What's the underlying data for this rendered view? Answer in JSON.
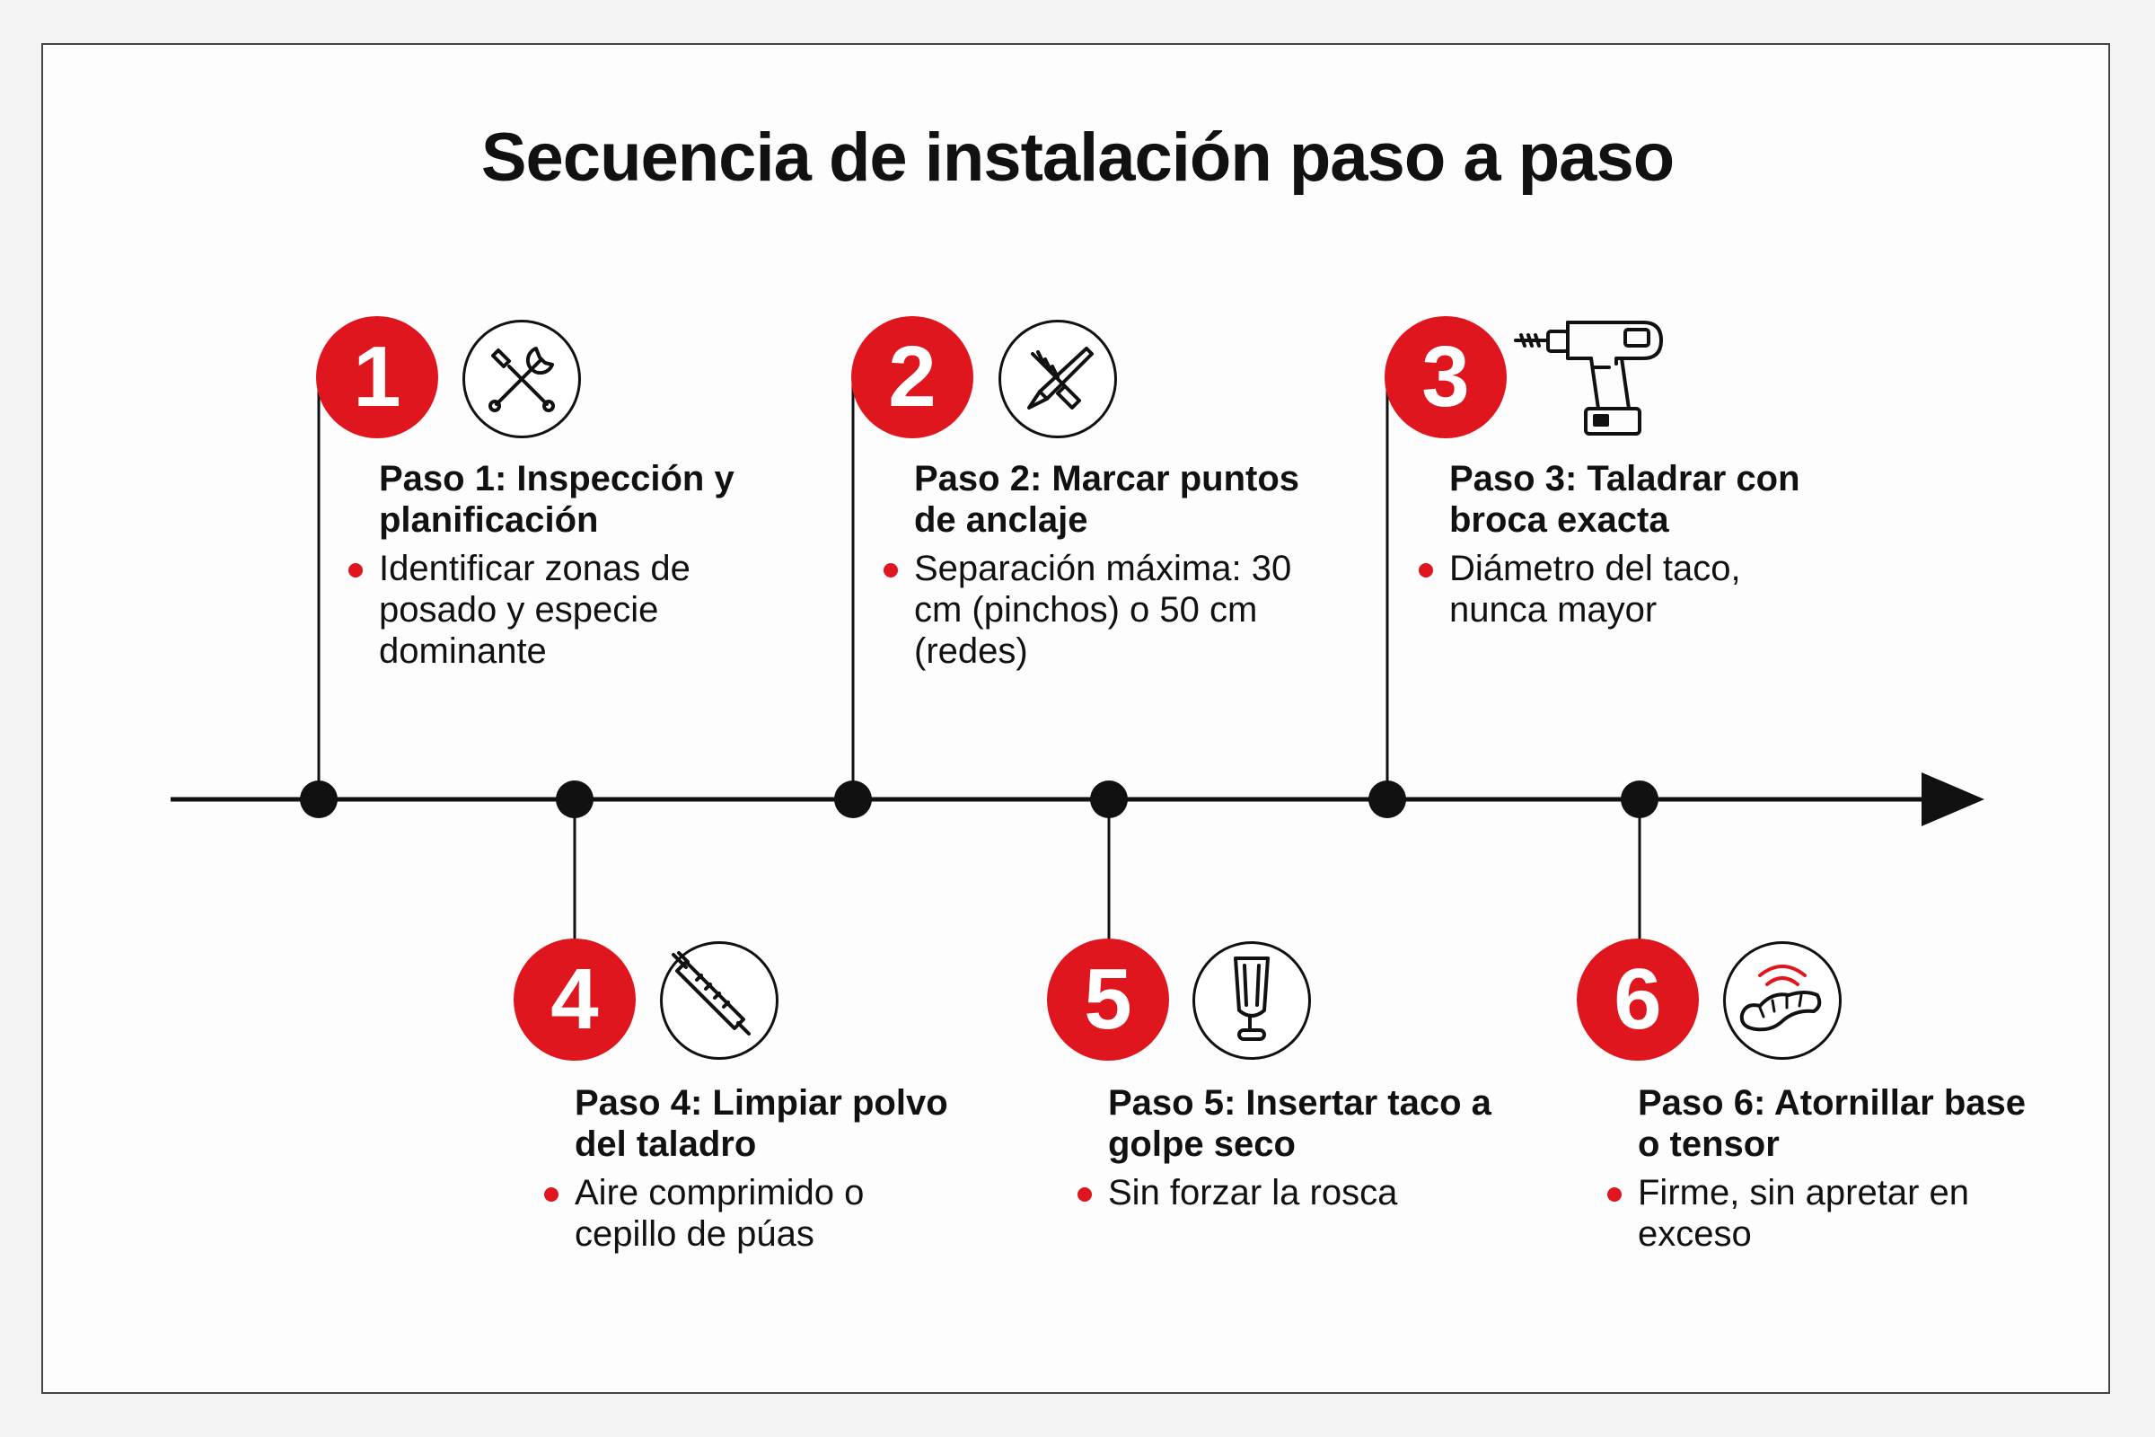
{
  "title": "Secuencia de instalación paso a paso",
  "colors": {
    "accent": "#e0161e",
    "line": "#111111"
  },
  "steps": [
    {
      "number": "1",
      "icon": "tools-icon",
      "title": "Paso 1: Inspección y planificación",
      "bullet": "Identificar zonas de posado y especie dominante"
    },
    {
      "number": "2",
      "icon": "drill-bit-icon",
      "title": "Paso 2: Marcar puntos de anclaje",
      "bullet": "Separación máxima: 30 cm (pinchos) o 50 cm (redes)"
    },
    {
      "number": "3",
      "icon": "power-drill-icon",
      "title": "Paso 3: Taladrar con broca exacta",
      "bullet": "Diámetro del taco, nunca mayor"
    },
    {
      "number": "4",
      "icon": "brush-icon",
      "title": "Paso 4: Limpiar polvo del taladro",
      "bullet": "Aire comprimido o cepillo de púas"
    },
    {
      "number": "5",
      "icon": "wall-plug-icon",
      "title": "Paso 5: Insertar taco a golpe seco",
      "bullet": "Sin forzar la rosca"
    },
    {
      "number": "6",
      "icon": "tensioner-icon",
      "title": "Paso 6: Atornillar base o tensor",
      "bullet": "Firme, sin apretar en exceso"
    }
  ]
}
